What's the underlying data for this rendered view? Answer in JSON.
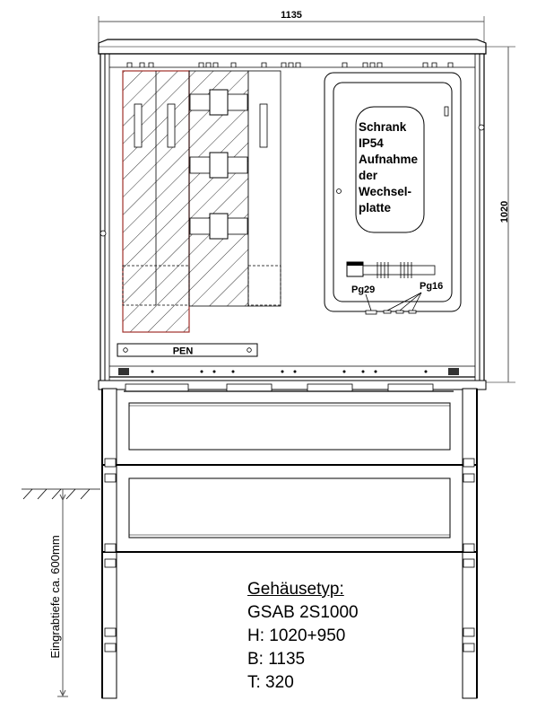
{
  "drawing": {
    "type": "technical-drawing",
    "subject": "cable distribution cabinet front view"
  },
  "dimensions": {
    "width_label": "1135",
    "height_label": "1020",
    "burial_depth_label": "Eingrabtiefe ca. 600mm"
  },
  "cabinet": {
    "pen_bar_label": "PEN",
    "inner_cabinet_note": [
      "Schrank",
      "IP54",
      "Aufnahme",
      "der",
      "Wechsel-",
      "platte"
    ],
    "gland_labels": {
      "large": "Pg29",
      "small": "Pg16"
    }
  },
  "spec_block": {
    "title": "Gehäusetyp:",
    "lines": [
      "GSAB 2S1000",
      "H: 1020+950",
      "B: 1135",
      "T: 320"
    ]
  },
  "colors": {
    "line": "#000000",
    "highlight_frame": "#a0302a",
    "dim_line": "#555555"
  }
}
